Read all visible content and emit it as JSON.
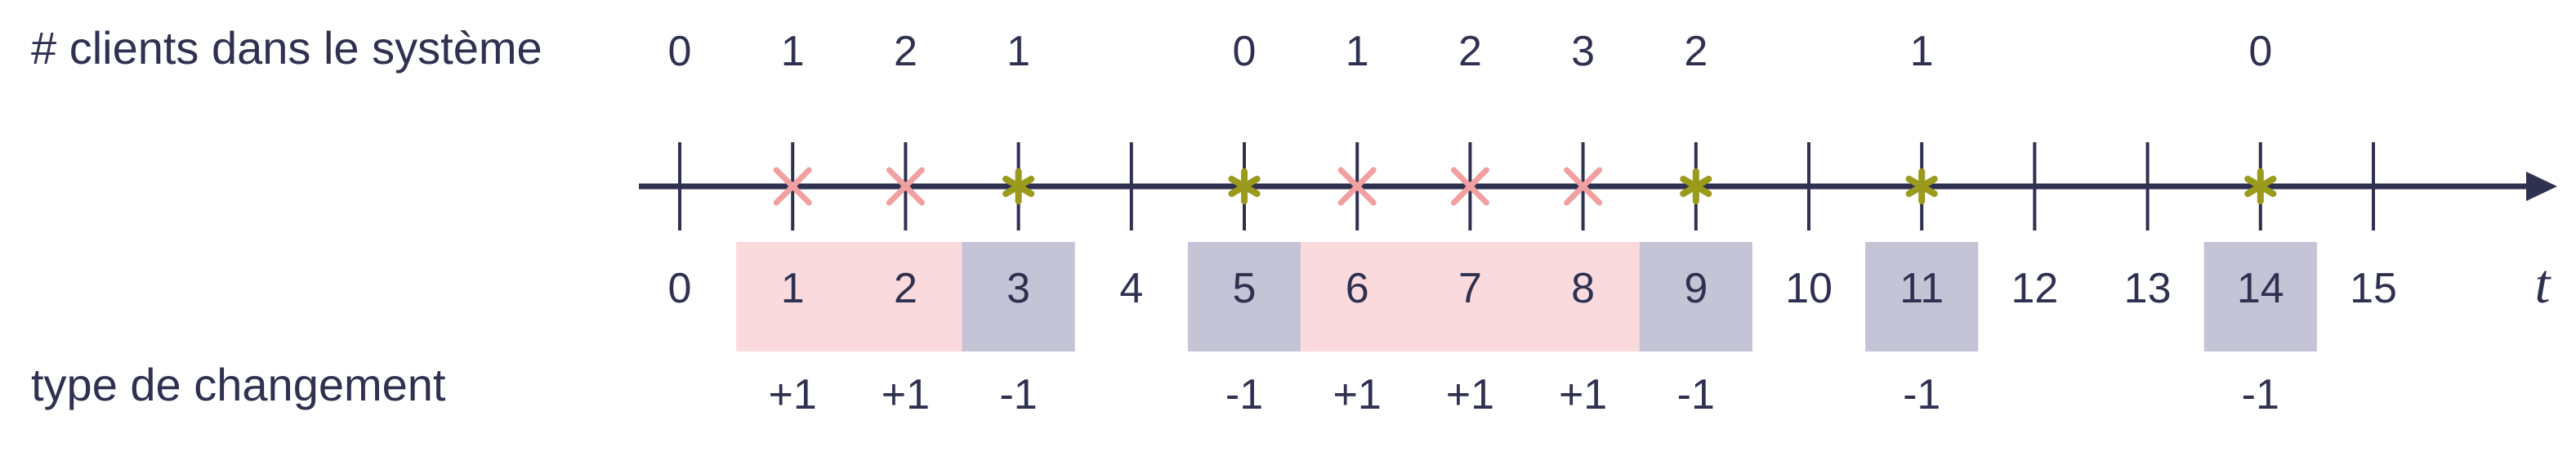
{
  "labels": {
    "count_row": "# clients dans le système",
    "change_row": "type de changement",
    "axis": "t"
  },
  "ticks": [
    "0",
    "1",
    "2",
    "3",
    "4",
    "5",
    "6",
    "7",
    "8",
    "9",
    "10",
    "11",
    "12",
    "13",
    "14",
    "15"
  ],
  "boxes": [
    {
      "from": 1,
      "to": 2,
      "kind": "arrival"
    },
    {
      "from": 3,
      "to": 3,
      "kind": "departure"
    },
    {
      "from": 5,
      "to": 5,
      "kind": "departure"
    },
    {
      "from": 6,
      "to": 8,
      "kind": "arrival"
    },
    {
      "from": 9,
      "to": 9,
      "kind": "departure"
    },
    {
      "from": 11,
      "to": 11,
      "kind": "departure"
    },
    {
      "from": 14,
      "to": 14,
      "kind": "departure"
    }
  ],
  "events": [
    {
      "t": 1,
      "kind": "arrival",
      "change": "+1"
    },
    {
      "t": 2,
      "kind": "arrival",
      "change": "+1"
    },
    {
      "t": 3,
      "kind": "departure",
      "change": "-1"
    },
    {
      "t": 5,
      "kind": "departure",
      "change": "-1"
    },
    {
      "t": 6,
      "kind": "arrival",
      "change": "+1"
    },
    {
      "t": 7,
      "kind": "arrival",
      "change": "+1"
    },
    {
      "t": 8,
      "kind": "arrival",
      "change": "+1"
    },
    {
      "t": 9,
      "kind": "departure",
      "change": "-1"
    },
    {
      "t": 11,
      "kind": "departure",
      "change": "-1"
    },
    {
      "t": 14,
      "kind": "departure",
      "change": "-1"
    }
  ],
  "counts": [
    {
      "t": 0,
      "value": "0"
    },
    {
      "t": 1,
      "value": "1"
    },
    {
      "t": 2,
      "value": "2"
    },
    {
      "t": 3,
      "value": "1"
    },
    {
      "t": 5,
      "value": "0"
    },
    {
      "t": 6,
      "value": "1"
    },
    {
      "t": 7,
      "value": "2"
    },
    {
      "t": 8,
      "value": "3"
    },
    {
      "t": 9,
      "value": "2"
    },
    {
      "t": 11,
      "value": "1"
    },
    {
      "t": 14,
      "value": "0"
    }
  ],
  "colors": {
    "axis": "#2f3150",
    "text": "#2f3150",
    "arrival_marker": "#f0a0a0",
    "departure_marker": "#9a9a1c",
    "arrival_box": "#fadadd",
    "departure_box": "#c4c4d6"
  }
}
